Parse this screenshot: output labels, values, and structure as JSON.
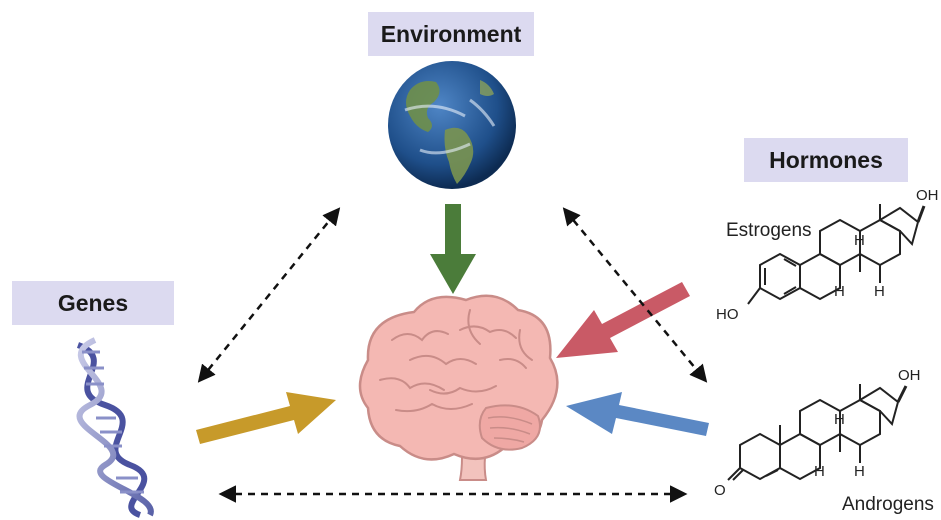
{
  "labels": {
    "environment": "Environment",
    "hormones": "Hormones",
    "genes": "Genes"
  },
  "molecules": {
    "estrogens": {
      "name": "Estrogens",
      "oh_top": "OH",
      "ho_left": "HO",
      "h": "H"
    },
    "androgens": {
      "name": "Androgens",
      "oh_top": "OH",
      "o_left": "O",
      "h": "H"
    }
  },
  "icons": [
    "globe-icon",
    "brain-icon",
    "dna-icon"
  ],
  "colors": {
    "label_bg": "#dcdaf0",
    "environment_arrow": "#4b7c3a",
    "genes_arrow": "#c79a2a",
    "estrogens_arrow": "#c95a66",
    "androgens_arrow": "#5b88c4",
    "brain": "#f4b8b3",
    "dashed": "#111111"
  }
}
